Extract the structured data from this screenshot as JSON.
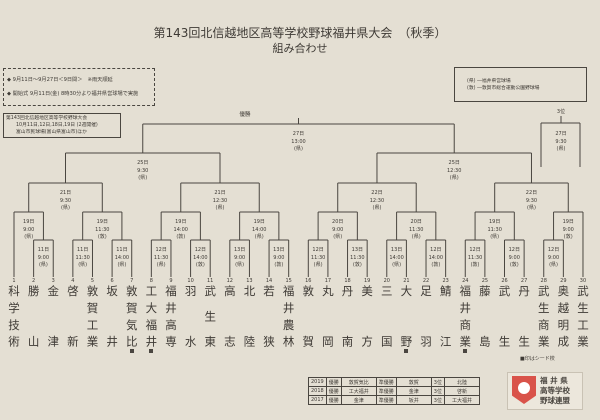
{
  "header": {
    "title": "第143回北信越地区高等学校野球福井県大会　（秋季）",
    "subtitle": "組み合わせ"
  },
  "info": {
    "line1": "◆ 9月11日～9月27日＜9日間＞　※雨天順延",
    "line2": "◆ 開始式 9月11日(金) 8時30分より福井県営球場で実施"
  },
  "hokushinetsu": {
    "line1": "第143回北信越地区高等学校野球大会",
    "line2": "10月11日,12日,18日,19日 (2週開催)",
    "line3": "富山市民球場(富山県富山市)ほか"
  },
  "legend": {
    "line1": "(県) ―福井県営球場",
    "line2": "(敦) ―敦賀市総合運動公園野球場"
  },
  "final_label": "優勝",
  "third_place": {
    "label": "3位",
    "date": "27日",
    "time": "9:30",
    "venue": "(県)"
  },
  "teams": [
    {
      "no": "1",
      "name": "科学技術"
    },
    {
      "no": "2",
      "name": "勝山"
    },
    {
      "no": "3",
      "name": "金津"
    },
    {
      "no": "4",
      "name": "啓新"
    },
    {
      "no": "5",
      "name": "敦賀工業"
    },
    {
      "no": "6",
      "name": "坂井"
    },
    {
      "no": "7",
      "name": "敦賀気比",
      "seed": true
    },
    {
      "no": "8",
      "name": "工大福井",
      "seed": true
    },
    {
      "no": "9",
      "name": "福井高専"
    },
    {
      "no": "10",
      "name": "羽水"
    },
    {
      "no": "11",
      "name": "武生東"
    },
    {
      "no": "12",
      "name": "高志"
    },
    {
      "no": "13",
      "name": "北陸"
    },
    {
      "no": "14",
      "name": "若狭"
    },
    {
      "no": "15",
      "name": "福井農林"
    },
    {
      "no": "16",
      "name": "敦賀"
    },
    {
      "no": "17",
      "name": "丸岡"
    },
    {
      "no": "18",
      "name": "丹南"
    },
    {
      "no": "19",
      "name": "美方"
    },
    {
      "no": "20",
      "name": "三国"
    },
    {
      "no": "21",
      "name": "大野",
      "seed": true
    },
    {
      "no": "22",
      "name": "足羽"
    },
    {
      "no": "23",
      "name": "鯖江"
    },
    {
      "no": "24",
      "name": "福井商業",
      "seed": true
    },
    {
      "no": "25",
      "name": "藤島"
    },
    {
      "no": "26",
      "name": "武生"
    },
    {
      "no": "27",
      "name": "丹生"
    },
    {
      "no": "28",
      "name": "武生商業"
    },
    {
      "no": "29",
      "name": "奥越明成"
    },
    {
      "no": "30",
      "name": "武生工業"
    }
  ],
  "matches": [
    {
      "id": "m1",
      "a": "t2",
      "b": "t3",
      "round": 1,
      "date": "11日",
      "time": "9:00",
      "venue": "(県)"
    },
    {
      "id": "m2",
      "a": "t1",
      "b": "m1",
      "round": 2,
      "date": "19日",
      "time": "9:00",
      "venue": "(県)"
    },
    {
      "id": "m3",
      "a": "t4",
      "b": "t5",
      "round": 1,
      "date": "11日",
      "time": "11:30",
      "venue": "(県)"
    },
    {
      "id": "m4",
      "a": "t6",
      "b": "t7",
      "round": 1,
      "date": "11日",
      "time": "14:00",
      "venue": "(県)"
    },
    {
      "id": "m5",
      "a": "m3",
      "b": "m4",
      "round": 2,
      "date": "19日",
      "time": "11:30",
      "venue": "(敦)"
    },
    {
      "id": "m6",
      "a": "m2",
      "b": "m5",
      "round": 3,
      "date": "21日",
      "time": "9:30",
      "venue": "(県)"
    },
    {
      "id": "m7",
      "a": "t8",
      "b": "t9",
      "round": 1,
      "date": "12日",
      "time": "11:30",
      "venue": "(県)"
    },
    {
      "id": "m8",
      "a": "t10",
      "b": "t11",
      "round": 1,
      "date": "12日",
      "time": "14:00",
      "venue": "(敦)"
    },
    {
      "id": "m9",
      "a": "m7",
      "b": "m8",
      "round": 2,
      "date": "19日",
      "time": "14:00",
      "venue": "(敦)"
    },
    {
      "id": "m10",
      "a": "t12",
      "b": "t13",
      "round": 1,
      "date": "13日",
      "time": "9:00",
      "venue": "(県)"
    },
    {
      "id": "m11",
      "a": "t14",
      "b": "t15",
      "round": 1,
      "date": "13日",
      "time": "9:00",
      "venue": "(敦)"
    },
    {
      "id": "m12",
      "a": "m10",
      "b": "m11",
      "round": 2,
      "date": "19日",
      "time": "14:00",
      "venue": "(県)"
    },
    {
      "id": "m13",
      "a": "m9",
      "b": "m12",
      "round": 3,
      "date": "21日",
      "time": "12:30",
      "venue": "(県)"
    },
    {
      "id": "m14",
      "a": "m6",
      "b": "m13",
      "round": 4,
      "date": "25日",
      "time": "9:30",
      "venue": "(県)"
    },
    {
      "id": "m15",
      "a": "t16",
      "b": "t17",
      "round": 1,
      "date": "12日",
      "time": "11:30",
      "venue": "(県)"
    },
    {
      "id": "m16",
      "a": "t18",
      "b": "t19",
      "round": 1,
      "date": "13日",
      "time": "11:30",
      "venue": "(敦)"
    },
    {
      "id": "m17",
      "a": "m15",
      "b": "m16",
      "round": 2,
      "date": "20日",
      "time": "9:00",
      "venue": "(県)"
    },
    {
      "id": "m18",
      "a": "t20",
      "b": "t21",
      "round": 1,
      "date": "13日",
      "time": "14:00",
      "venue": "(県)"
    },
    {
      "id": "m19",
      "a": "t22",
      "b": "t23",
      "round": 1,
      "date": "12日",
      "time": "14:00",
      "venue": "(敦)"
    },
    {
      "id": "m20",
      "a": "m18",
      "b": "m19",
      "round": 2,
      "date": "20日",
      "time": "11:30",
      "venue": "(県)"
    },
    {
      "id": "m21",
      "a": "m17",
      "b": "m20",
      "round": 3,
      "date": "22日",
      "time": "12:30",
      "venue": "(県)"
    },
    {
      "id": "m22",
      "a": "t24",
      "b": "t25",
      "round": 1,
      "date": "12日",
      "time": "11:30",
      "venue": "(敦)"
    },
    {
      "id": "m23",
      "a": "t26",
      "b": "t27",
      "round": 1,
      "date": "12日",
      "time": "9:00",
      "venue": "(敦)"
    },
    {
      "id": "m24",
      "a": "m22",
      "b": "m23",
      "round": 2,
      "date": "19日",
      "time": "11:30",
      "venue": "(県)"
    },
    {
      "id": "m25",
      "a": "t28",
      "b": "t29",
      "round": 1,
      "date": "12日",
      "time": "9:00",
      "venue": "(県)"
    },
    {
      "id": "m26",
      "a": "m25",
      "b": "t30",
      "round": 2,
      "date": "19日",
      "time": "9:00",
      "venue": "(敦)"
    },
    {
      "id": "m27",
      "a": "m24",
      "b": "m26",
      "round": 3,
      "date": "22日",
      "time": "9:30",
      "venue": "(県)"
    },
    {
      "id": "m28",
      "a": "m21",
      "b": "m27",
      "round": 4,
      "date": "25日",
      "time": "12:30",
      "venue": "(県)"
    },
    {
      "id": "m29",
      "a": "m14",
      "b": "m28",
      "round": 5,
      "date": "27日",
      "time": "13:00",
      "venue": "(県)"
    }
  ],
  "seed_note": "■印はシード校",
  "history": [
    [
      "2019",
      "優勝",
      "敦賀気比",
      "準優勝",
      "敦賀",
      "3位",
      "北陸"
    ],
    [
      "2018",
      "優勝",
      "工大福井",
      "準優勝",
      "金津",
      "3位",
      "啓新"
    ],
    [
      "2017",
      "優勝",
      "金津",
      "準優勝",
      "坂井",
      "3位",
      "工大福井"
    ]
  ],
  "logo": {
    "line1": "福 井 県",
    "line2": "高等学校",
    "line3": "野球連盟"
  },
  "colors": {
    "line": "#4a4640",
    "background": "#e4dfd3",
    "logo_red": "#d9534a"
  }
}
